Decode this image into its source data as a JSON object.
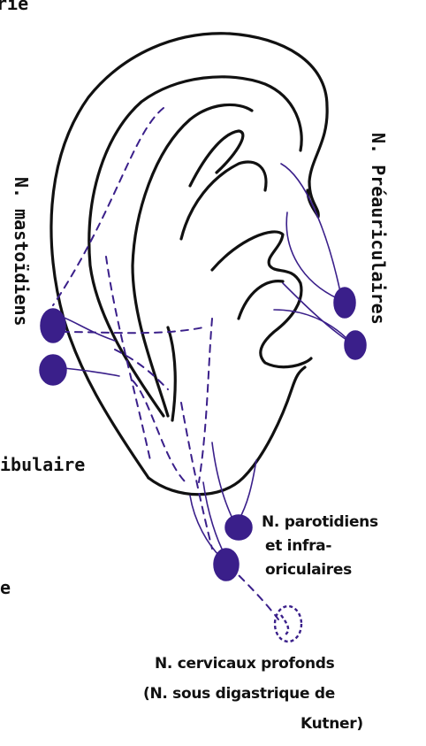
{
  "labels": {
    "top_left_fragment": "rie",
    "preauriculaires": "N. Préauriculaires",
    "mastoidiens": "N. mastoïdiens",
    "mandibulaire_fragment": "ibulaire",
    "left_fragment_e": "e",
    "parotidiens_line1": "N. parotidiens",
    "parotidiens_line2": "et infra-",
    "parotidiens_line3": "oriculaires",
    "cervicaux_line1": "N. cervicaux profonds",
    "cervicaux_line2": "(N. sous digastrique de",
    "cervicaux_line3": "Kutner)"
  },
  "colors": {
    "ear_outline": "#111111",
    "lymph": "#3a1f8a",
    "text": "#111111"
  }
}
